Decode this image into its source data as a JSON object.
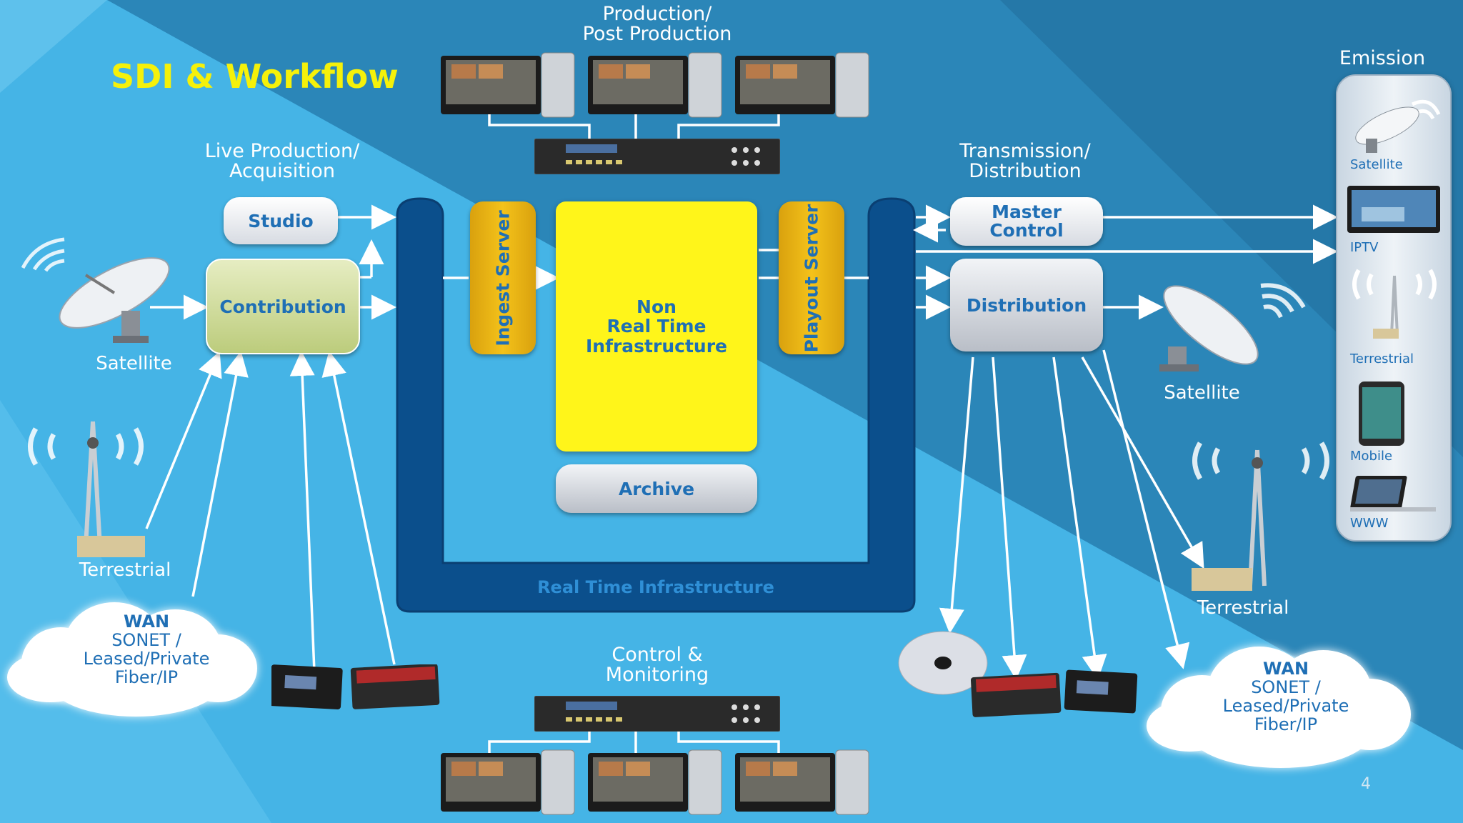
{
  "slide": {
    "title": "SDI & Workflow",
    "page_number": "4"
  },
  "sections": {
    "production": [
      "Production/",
      "Post Production"
    ],
    "live_production": [
      "Live Production/",
      "Acquisition"
    ],
    "transmission": [
      "Transmission/",
      "Distribution"
    ],
    "control": [
      "Control &",
      "Monitoring"
    ],
    "emission": "Emission"
  },
  "blocks": {
    "studio": "Studio",
    "contribution": "Contribution",
    "ingest_server": "Ingest Server",
    "playout_server": "Playout Server",
    "non_real_time": [
      "Non",
      "Real Time",
      "Infrastructure"
    ],
    "archive": "Archive",
    "real_time": "Real Time Infrastructure",
    "master_control": [
      "Master",
      "Control"
    ],
    "distribution": "Distribution"
  },
  "left_sources": {
    "satellite": "Satellite",
    "terrestrial": "Terrestrial"
  },
  "right_outputs": {
    "satellite": "Satellite",
    "terrestrial": "Terrestrial"
  },
  "wan_left": [
    "WAN",
    "SONET /",
    "Leased/Private",
    "Fiber/IP"
  ],
  "wan_right": [
    "WAN",
    "SONET /",
    "Leased/Private",
    "Fiber/IP"
  ],
  "emission_items": [
    "Satellite",
    "IPTV",
    "Terrestrial",
    "Mobile",
    "WWW"
  ],
  "colors": {
    "background": "#45b4e6",
    "title": "#f5f10a",
    "navy_frame": "#0b4f8c",
    "yellow_core": "#fff51a",
    "label_blue": "#1f6fb5"
  }
}
